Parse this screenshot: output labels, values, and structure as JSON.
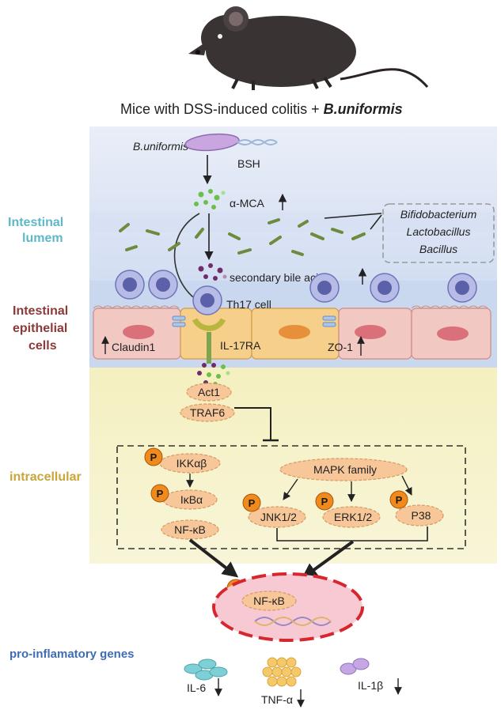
{
  "title": {
    "prefix": "Mice with DSS-induced colitis + ",
    "species": "B.uniformis"
  },
  "regions": {
    "lumen": [
      "Intestinal",
      "lumem"
    ],
    "epithelial": [
      "Intestinal",
      "epithelial",
      "cells"
    ],
    "intracellular": "intracellular",
    "genes": "pro-inflamatory genes"
  },
  "labels": {
    "bacterium": "B.uniformis",
    "bsh": "BSH",
    "amca": "α-MCA",
    "secondary": "secondary bile acid",
    "th17": "Th17 cell",
    "claudin": "Claudin1",
    "il17ra": "IL-17RA",
    "zo1": "ZO-1",
    "act1": "Act1",
    "traf6": "TRAF6",
    "ikk": "IKKαβ",
    "ikb": "IκBα",
    "nfkb": "NF-κB",
    "mapk": "MAPK  family",
    "jnk": "JNK1/2",
    "erk": "ERK1/2",
    "p38": "P38",
    "nfkb_nucleus": "NF-κB",
    "phospho": "P"
  },
  "microbes": [
    "Bifidobacterium",
    "Lactobacillus",
    "Bacillus"
  ],
  "cytokines": {
    "il6": "IL-6",
    "tnf": "TNF-α",
    "il1b": "IL-1β"
  },
  "colors": {
    "lumen_bg": "#dde6f5",
    "epithelial_bg": "#cbd9f0",
    "intracellular_bg": "#f6f2c6",
    "lumen_label": "#5fb8c8",
    "epithelial_label": "#8b3a3a",
    "intracellular_label": "#c9a53a",
    "genes_label": "#3f6db3",
    "node_fill": "#f7c79a",
    "phospho_fill": "#f08a1c",
    "nucleus_fill": "#f6c9d3",
    "nucleus_border": "#d8262e",
    "rod": "#6f8a3c"
  }
}
